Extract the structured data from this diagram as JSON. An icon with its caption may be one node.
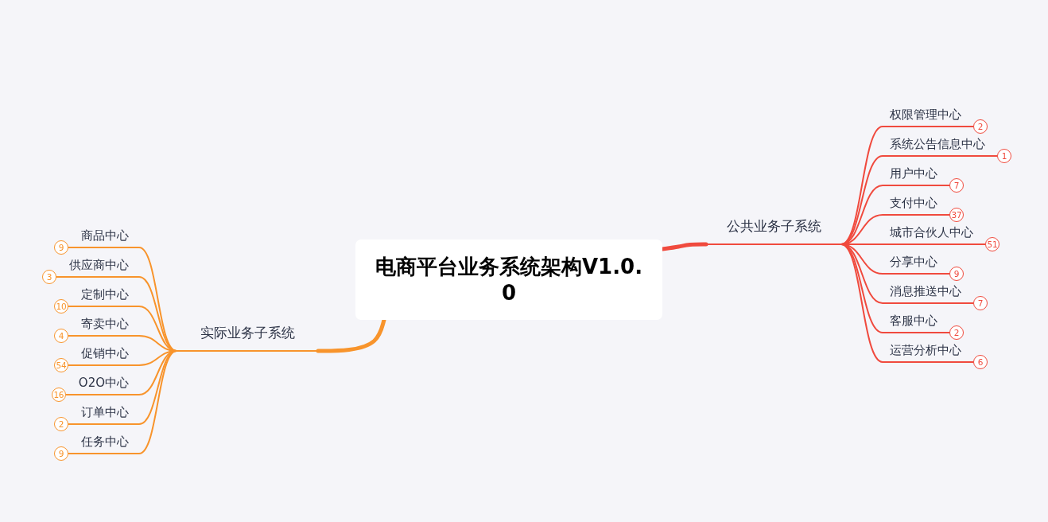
{
  "diagram": {
    "nodes": [
      {
        "text": [
          "电商平台业务系统架构V1.0.0"
        ]
      },
      {
        "text": [
          "公共业务子系统"
        ]
      },
      {
        "text": [
          "权限管理中心"
        ],
        "beside": [
          "2"
        ]
      },
      {
        "text": [
          "系统公告信息中心"
        ],
        "beside": [
          "1"
        ]
      },
      {
        "text": [
          "用户中心"
        ],
        "beside": [
          "7"
        ]
      },
      {
        "text": [
          "支付中心"
        ],
        "beside": [
          "37"
        ]
      },
      {
        "text": [
          "城市合伙人中心"
        ],
        "beside": [
          "51"
        ]
      },
      {
        "text": [
          "分享中心"
        ],
        "beside": [
          "9"
        ]
      },
      {
        "text": [
          "消息推送中心"
        ],
        "beside": [
          "7"
        ]
      },
      {
        "text": [
          "客服中心"
        ],
        "beside": [
          "2"
        ]
      },
      {
        "text": [
          "运营分析中心"
        ],
        "beside": [
          "6"
        ]
      },
      {
        "text": [
          "实际业务子系统"
        ]
      },
      {
        "text": [
          "商品中心"
        ],
        "beside": [
          "9"
        ]
      },
      {
        "text": [
          "供应商中心"
        ],
        "beside": [
          "3"
        ]
      },
      {
        "text": [
          "定制中心"
        ],
        "beside": [
          "10"
        ]
      },
      {
        "text": [
          "寄卖中心"
        ],
        "beside": [
          "4"
        ]
      },
      {
        "text": [
          "促销中心"
        ],
        "beside": [
          "54"
        ]
      },
      {
        "text": [
          "O2O中心"
        ],
        "beside": [
          "16"
        ]
      },
      {
        "text": [
          "订单中心"
        ],
        "beside": [
          "2"
        ]
      },
      {
        "text": [
          "任务中心"
        ],
        "beside": [
          "9"
        ]
      }
    ],
    "edges": [
      {
        "from": 0,
        "to": 1,
        "arrow": "none",
        "style": "thick"
      },
      {
        "from": 1,
        "to": 2,
        "arrow": "none"
      },
      {
        "from": 1,
        "to": 3,
        "arrow": "none"
      },
      {
        "from": 1,
        "to": 4,
        "arrow": "none"
      },
      {
        "from": 1,
        "to": 5,
        "arrow": "none"
      },
      {
        "from": 1,
        "to": 6,
        "arrow": "none"
      },
      {
        "from": 1,
        "to": 7,
        "arrow": "none"
      },
      {
        "from": 1,
        "to": 8,
        "arrow": "none"
      },
      {
        "from": 1,
        "to": 9,
        "arrow": "none"
      },
      {
        "from": 1,
        "to": 10,
        "arrow": "none"
      },
      {
        "from": 0,
        "to": 11,
        "arrow": "none",
        "style": "thick",
        "color": "#f8942c"
      },
      {
        "from": 11,
        "to": 12,
        "arrow": "none",
        "color": "#f8942c"
      },
      {
        "from": 11,
        "to": 13,
        "arrow": "none",
        "color": "#f8942c"
      },
      {
        "from": 11,
        "to": 14,
        "arrow": "none",
        "color": "#f8942c"
      },
      {
        "from": 11,
        "to": 15,
        "arrow": "none",
        "color": "#f8942c"
      },
      {
        "from": 11,
        "to": 16,
        "arrow": "none",
        "color": "#f8942c"
      },
      {
        "from": 11,
        "to": 17,
        "arrow": "none",
        "color": "#f8942c"
      },
      {
        "from": 11,
        "to": 18,
        "arrow": "none",
        "color": "#f8942c"
      },
      {
        "from": 11,
        "to": 19,
        "arrow": "none",
        "color": "#f8942c"
      }
    ]
  }
}
